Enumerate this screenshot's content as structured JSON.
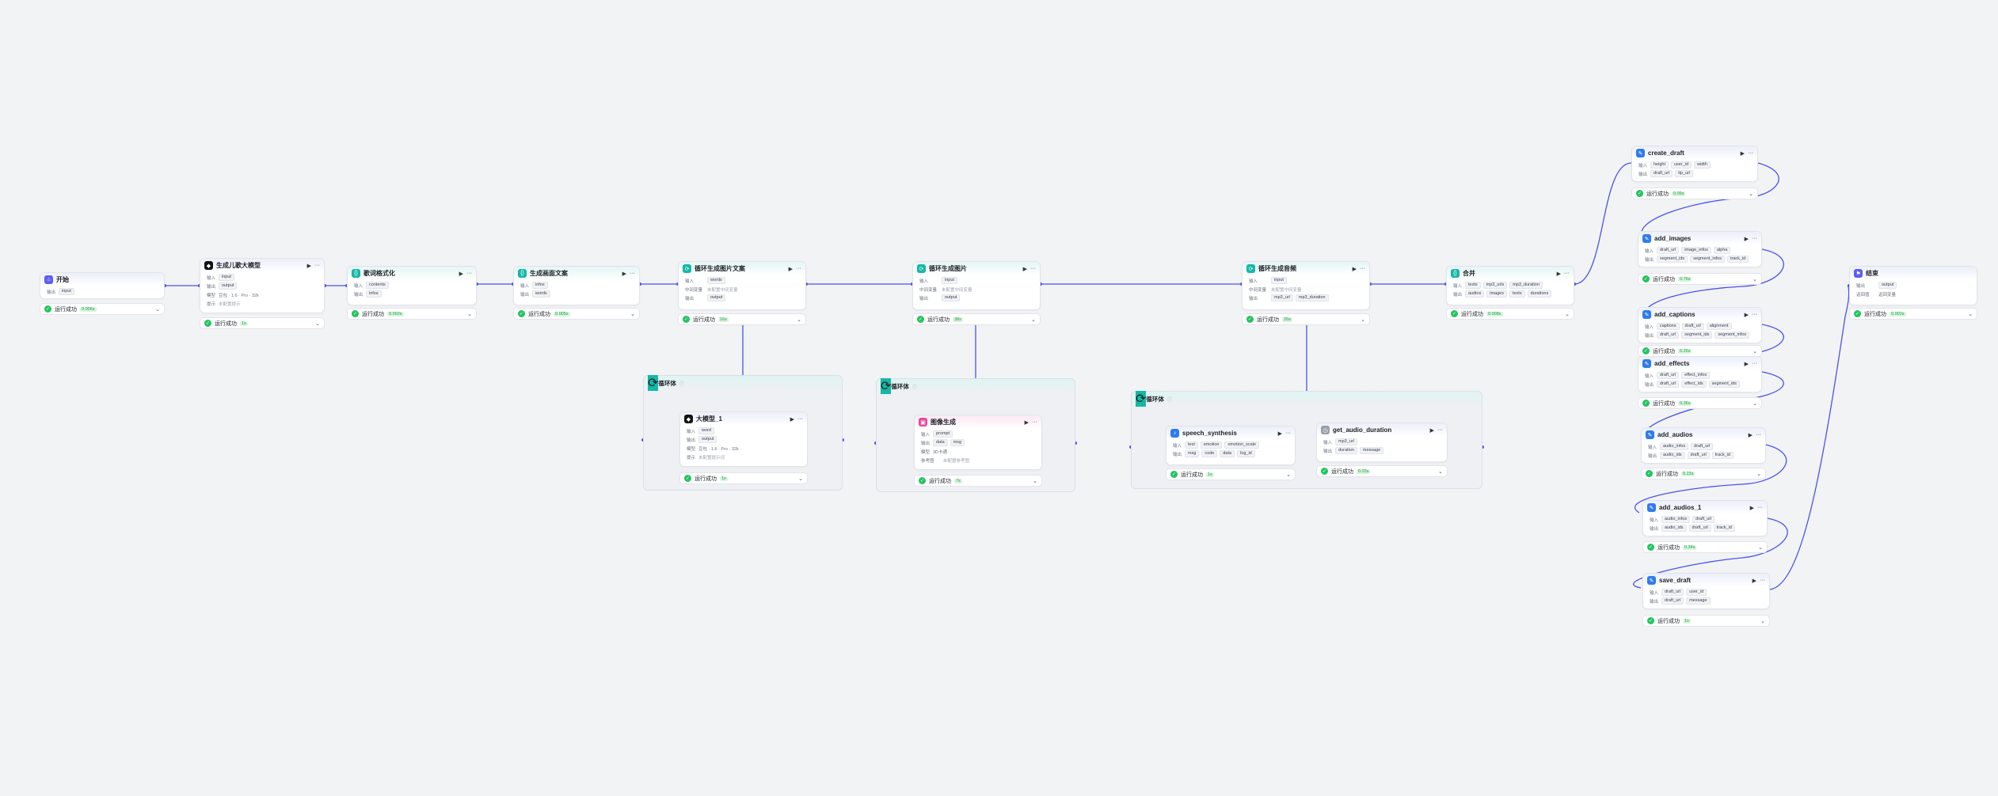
{
  "common": {
    "input_label": "输入",
    "output_label": "输出",
    "model_label": "模型",
    "prompt_label": "提示",
    "batch_var_label": "中间变量",
    "result_label": "返回值",
    "status_label": "运行成功",
    "info_icon": "ⓘ",
    "play_icon": "▶",
    "more_icon": "···",
    "check_icon": "✓",
    "chevron_icon": "⌄"
  },
  "nodes": {
    "start": {
      "title": "开始",
      "inputs": [
        "input"
      ],
      "time": "0.006s"
    },
    "llm_gen": {
      "title": "生成儿歌大模型",
      "inputs": [
        "input"
      ],
      "outputs": [
        "output"
      ],
      "model": "豆包 · 1.6 · Pro · 32k",
      "prompt": "未配置提示",
      "time": "1s"
    },
    "lyrics_format": {
      "title": "歌词格式化",
      "inputs": [
        "contents"
      ],
      "outputs": [
        "infos"
      ],
      "time": "0.002s"
    },
    "scene_copy": {
      "title": "生成画面文案",
      "inputs": [
        "infos"
      ],
      "outputs": [
        "words"
      ],
      "time": "0.005s"
    },
    "loop_image_copy": {
      "title": "循环生成图片文案",
      "inputs": [
        "words"
      ],
      "intermediate": "未配置中间变量",
      "outputs": [
        "output"
      ],
      "time": "16s"
    },
    "loop_images": {
      "title": "循环生成图片",
      "inputs": [
        "input"
      ],
      "intermediate": "未配置中间变量",
      "outputs": [
        "output"
      ],
      "time": "38s"
    },
    "loop_audio": {
      "title": "循环生成音频",
      "inputs": [
        "input"
      ],
      "intermediate": "未配置中间变量",
      "outputs": [
        "mp3_url",
        "mp3_duration"
      ],
      "time": "25s"
    },
    "merge": {
      "title": "合并",
      "inputs": [
        "texts",
        "mp3_urls",
        "mp3_duration"
      ],
      "outputs": [
        "audios",
        "images",
        "texts",
        "durations"
      ],
      "time": "0.008s"
    },
    "llm_1": {
      "title": "大模型_1",
      "inputs": [
        "word"
      ],
      "outputs": [
        "output"
      ],
      "model": "豆包 · 1.6 · Pro · 32k",
      "prompt": "未配置提示词",
      "time": "1s"
    },
    "image_gen": {
      "title": "图像生成",
      "inputs": [
        "prompt"
      ],
      "outputs": [
        "data",
        "msg"
      ],
      "model": "3D卡通",
      "extra_label": "参考图",
      "extra": "未配置参考图",
      "time": "7s"
    },
    "speech": {
      "title": "speech_synthesis",
      "inputs": [
        "text",
        "emotion",
        "emotion_scale"
      ],
      "outputs": [
        "msg",
        "code",
        "data",
        "log_id"
      ],
      "time": "1s"
    },
    "audio_duration": {
      "title": "get_audio_duration",
      "inputs": [
        "mp3_url"
      ],
      "outputs": [
        "duration",
        "message"
      ],
      "time": "0.03s"
    },
    "create_draft": {
      "title": "create_draft",
      "inputs": [
        "height",
        "user_id",
        "width"
      ],
      "outputs": [
        "draft_url",
        "tip_url"
      ],
      "time": "0.09s"
    },
    "add_images": {
      "title": "add_images",
      "inputs": [
        "draft_url",
        "image_infos",
        "alpha"
      ],
      "outputs": [
        "segment_ids",
        "segment_infos",
        "track_id"
      ],
      "time": "0.76s"
    },
    "add_captions": {
      "title": "add_captions",
      "inputs": [
        "captions",
        "draft_url",
        "alignment"
      ],
      "outputs": [
        "draft_url",
        "segment_ids",
        "segment_infos"
      ],
      "time": "0.26s"
    },
    "add_effects": {
      "title": "add_effects",
      "inputs": [
        "draft_url",
        "effect_infos"
      ],
      "outputs": [
        "draft_url",
        "effect_ids",
        "segment_ids"
      ],
      "time": "0.36s"
    },
    "add_audios": {
      "title": "add_audios",
      "inputs": [
        "audio_infos",
        "draft_url"
      ],
      "outputs": [
        "audio_ids",
        "draft_url",
        "track_id"
      ],
      "time": "0.23s"
    },
    "add_audios_1": {
      "title": "add_audios_1",
      "inputs": [
        "audio_infos",
        "draft_url"
      ],
      "outputs": [
        "audio_ids",
        "draft_url",
        "track_id"
      ],
      "time": "0.34s"
    },
    "save_draft": {
      "title": "save_draft",
      "inputs": [
        "draft_url",
        "user_id"
      ],
      "outputs": [
        "draft_url",
        "message"
      ],
      "time": "1s"
    },
    "end": {
      "title": "结束",
      "inputs": [
        "output"
      ],
      "result": "返回变量",
      "time": "0.002s"
    }
  },
  "loops": {
    "loop1": {
      "title": "循环体"
    },
    "loop2": {
      "title": "循环体"
    },
    "loop3": {
      "title": "循环体"
    }
  },
  "colors": {
    "edge": "#4d53e8",
    "success": "#22c55e",
    "canvas": "#f2f3f5"
  }
}
